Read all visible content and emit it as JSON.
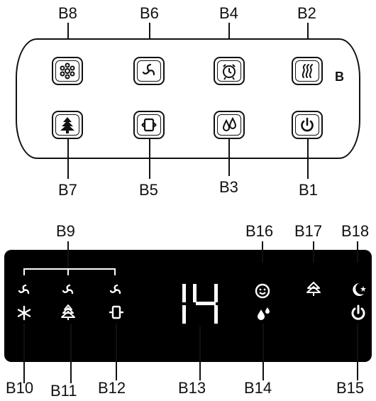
{
  "top_panel": {
    "row1": [
      {
        "label": "B8",
        "icon": "snowflake-icon"
      },
      {
        "label": "B6",
        "icon": "fan-icon"
      },
      {
        "label": "B4",
        "icon": "alarm-clock-icon"
      },
      {
        "label": "B2",
        "icon": "heat-wave-icon"
      }
    ],
    "row2": [
      {
        "label": "B7",
        "icon": "tree-icon"
      },
      {
        "label": "B5",
        "icon": "swing-icon"
      },
      {
        "label": "B3",
        "icon": "water-drops-icon"
      },
      {
        "label": "B1",
        "icon": "power-icon"
      }
    ],
    "side_mark": "B"
  },
  "display": {
    "group_label": "B9",
    "top_labels": [
      "B16",
      "B17",
      "B18"
    ],
    "bottom_labels": [
      "B10",
      "B11",
      "B12",
      "B13",
      "B14",
      "B15"
    ],
    "segment_value": "14",
    "display_color": "#000000",
    "icon_color": "#ffffff"
  }
}
